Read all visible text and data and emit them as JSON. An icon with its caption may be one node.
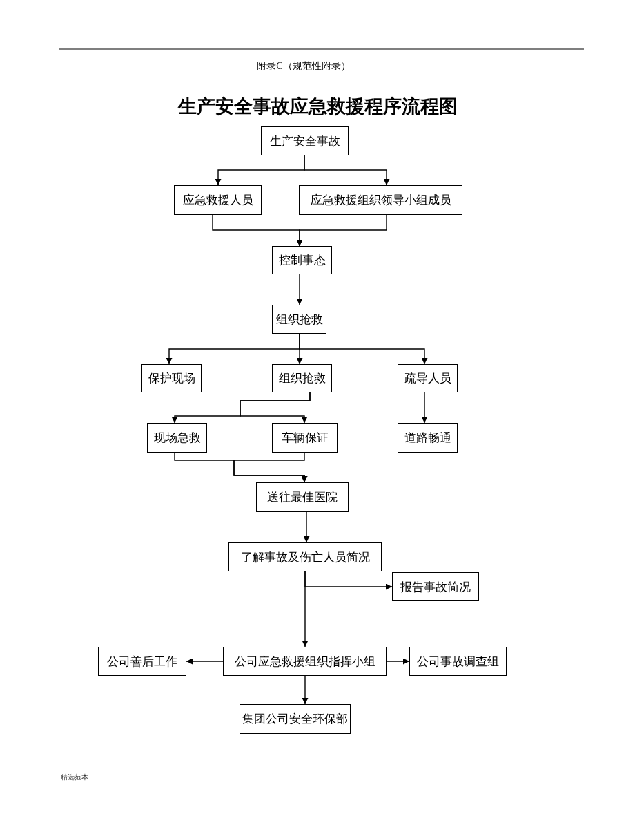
{
  "diagram": {
    "title": "生产安全事故应急救援程序流程图",
    "nodes": [
      {
        "text": [
          "生产安全事故"
        ]
      },
      {
        "text": [
          "应急救援人员"
        ]
      },
      {
        "text": [
          "应急救援组织领导小组成员"
        ]
      },
      {
        "text": [
          "控制事态"
        ]
      },
      {
        "text": [
          "组织抢救"
        ]
      },
      {
        "text": [
          "保护现场"
        ]
      },
      {
        "text": [
          "组织抢救"
        ]
      },
      {
        "text": [
          "疏导人员"
        ]
      },
      {
        "text": [
          "现场急救"
        ]
      },
      {
        "text": [
          "车辆保证"
        ]
      },
      {
        "text": [
          "道路畅通"
        ]
      },
      {
        "text": [
          "送往最佳医院"
        ]
      },
      {
        "text": [
          "了解事故及伤亡人员简况"
        ]
      },
      {
        "text": [
          "报告事故简况"
        ]
      },
      {
        "text": [
          "公司应急救援组织指挥小组"
        ]
      },
      {
        "text": [
          "公司善后工作"
        ]
      },
      {
        "text": [
          "公司事故调查组"
        ]
      },
      {
        "text": [
          "集团公司安全环保部"
        ]
      }
    ],
    "edges": [
      {
        "from": 0,
        "to": 1,
        "arrow": "to"
      },
      {
        "from": 0,
        "to": 2,
        "arrow": "to"
      },
      {
        "from": 1,
        "to": 3,
        "arrow": "to"
      },
      {
        "from": 2,
        "to": 3,
        "arrow": "to"
      },
      {
        "from": 3,
        "to": 4,
        "arrow": "to"
      },
      {
        "from": 4,
        "to": 5,
        "arrow": "to"
      },
      {
        "from": 4,
        "to": 6,
        "arrow": "to"
      },
      {
        "from": 4,
        "to": 7,
        "arrow": "to"
      },
      {
        "from": 6,
        "to": 8,
        "arrow": "to"
      },
      {
        "from": 6,
        "to": 9,
        "arrow": "to"
      },
      {
        "from": 7,
        "to": 10,
        "arrow": "to"
      },
      {
        "from": 8,
        "to": 11,
        "arrow": "to"
      },
      {
        "from": 9,
        "to": 11,
        "arrow": "to"
      },
      {
        "from": 11,
        "to": 12,
        "arrow": "to"
      },
      {
        "from": 12,
        "to": 13,
        "arrow": "to"
      },
      {
        "from": 12,
        "to": 14,
        "arrow": "to"
      },
      {
        "from": 14,
        "to": 15,
        "arrow": "to"
      },
      {
        "from": 14,
        "to": 16,
        "arrow": "to"
      },
      {
        "from": 14,
        "to": 17,
        "arrow": "to"
      }
    ],
    "labels": [
      "附录C（规范性附录）",
      "精选范本"
    ]
  }
}
